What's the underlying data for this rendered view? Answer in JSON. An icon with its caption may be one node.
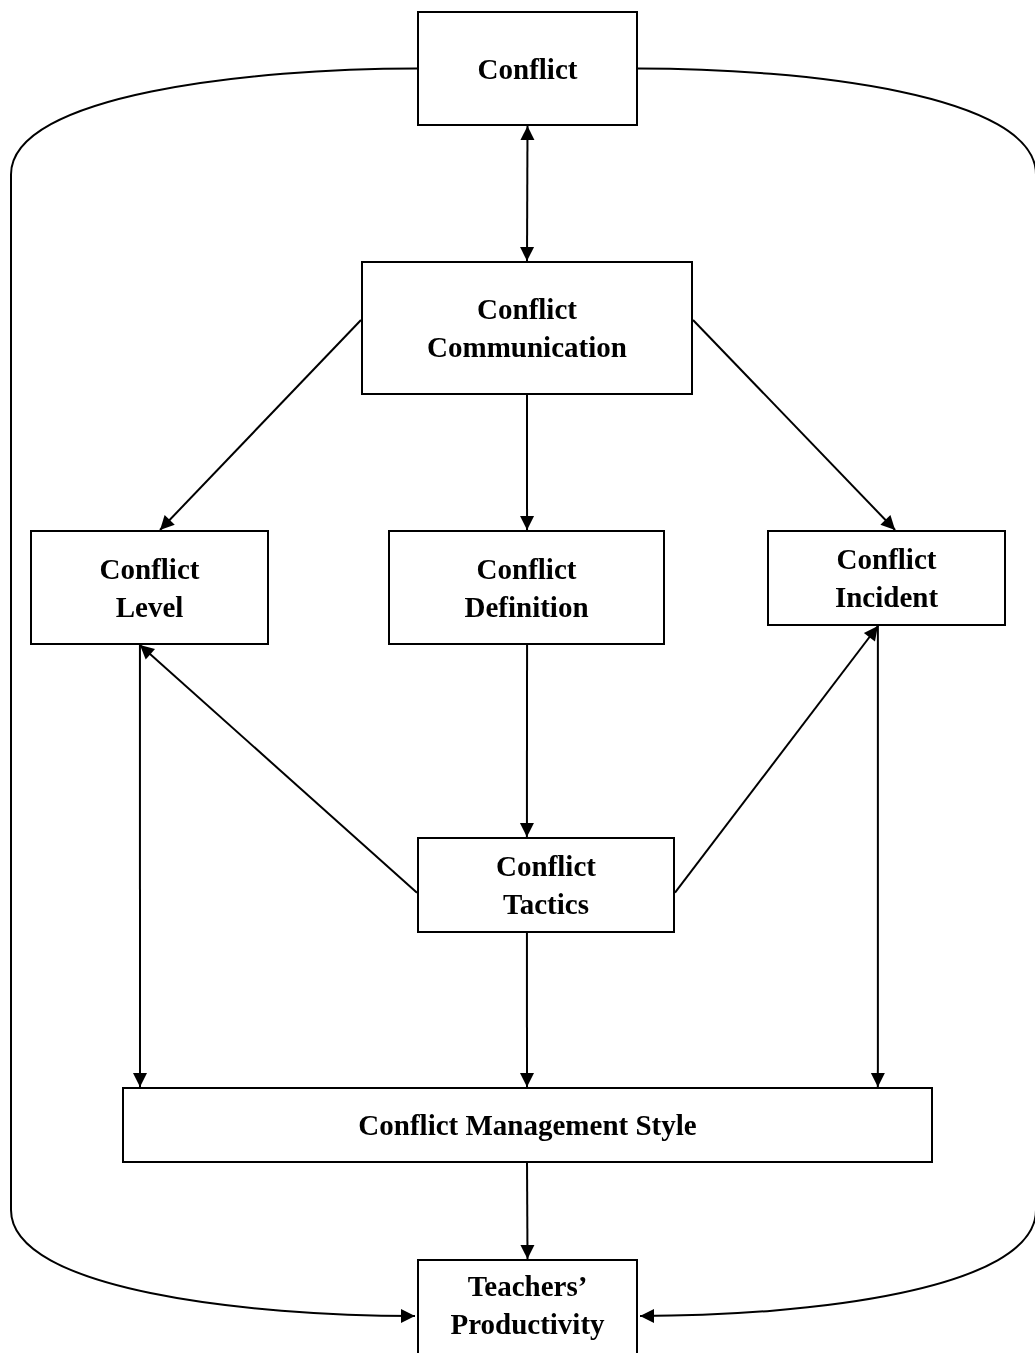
{
  "diagram": {
    "nodes": [
      {
        "text": [
          "Conflict"
        ]
      },
      {
        "text": [
          "Conflict Communication"
        ]
      },
      {
        "text": [
          "Conflict Level"
        ]
      },
      {
        "text": [
          "Conflict Definition"
        ]
      },
      {
        "text": [
          "Conflict Incident"
        ]
      },
      {
        "text": [
          "Conflict Tactics"
        ]
      },
      {
        "text": [
          "Conflict Management Style"
        ]
      },
      {
        "text": [
          "Teachers’ Productivity"
        ]
      }
    ],
    "edges": [
      {
        "from": 0,
        "to": 1,
        "arrow": "both"
      },
      {
        "from": 1,
        "to": 2,
        "arrow": "to"
      },
      {
        "from": 1,
        "to": 3,
        "arrow": "to"
      },
      {
        "from": 1,
        "to": 4,
        "arrow": "to"
      },
      {
        "from": 3,
        "to": 5,
        "arrow": "to"
      },
      {
        "from": 5,
        "to": 2,
        "arrow": "to"
      },
      {
        "from": 5,
        "to": 4,
        "arrow": "to"
      },
      {
        "from": 2,
        "to": 6,
        "arrow": "to"
      },
      {
        "from": 5,
        "to": 6,
        "arrow": "to"
      },
      {
        "from": 4,
        "to": 6,
        "arrow": "to"
      },
      {
        "from": 6,
        "to": 7,
        "arrow": "to"
      },
      {
        "from": 0,
        "to": 7,
        "arrow": "to"
      },
      {
        "from": 0,
        "to": 7,
        "arrow": "to"
      }
    ]
  }
}
